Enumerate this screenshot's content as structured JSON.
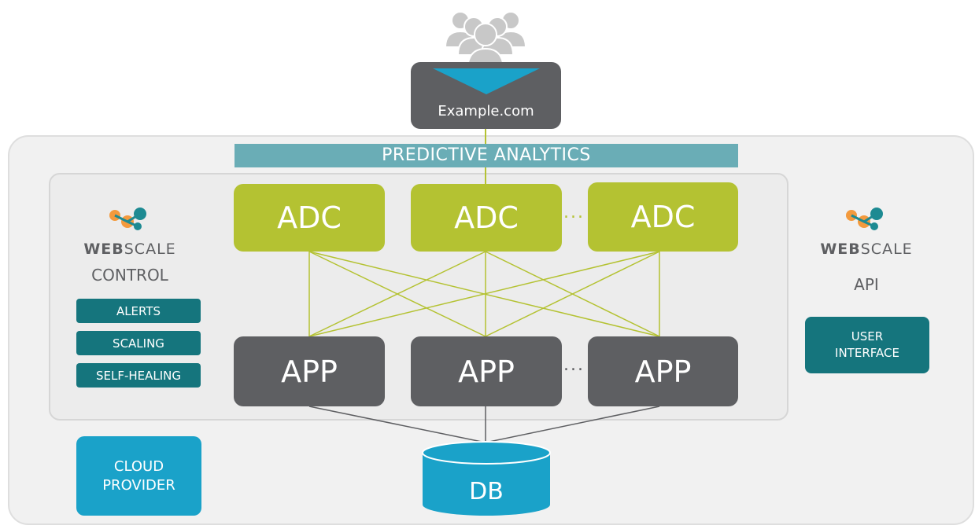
{
  "header": {
    "domain_label": "Example.com"
  },
  "banner": {
    "label": "PREDICTIVE ANALYTICS"
  },
  "adc_nodes": [
    "ADC",
    "ADC",
    "ADC"
  ],
  "app_nodes": [
    "APP",
    "APP",
    "APP"
  ],
  "ellipsis": "...",
  "left_panel": {
    "brand_bold": "WEB",
    "brand_rest": "SCALE",
    "subtitle": "CONTROL",
    "buttons": [
      "ALERTS",
      "SCALING",
      "SELF-HEALING"
    ]
  },
  "right_panel": {
    "brand_bold": "WEB",
    "brand_rest": "SCALE",
    "subtitle": "API",
    "ui_line1": "USER",
    "ui_line2": "INTERFACE"
  },
  "cloud": {
    "line1": "CLOUD",
    "line2": "PROVIDER"
  },
  "db": {
    "label": "DB"
  },
  "colors": {
    "adc": "#b4c232",
    "app": "#5e5f62",
    "teal": "#15757d",
    "blue": "#1aa2c9",
    "banner": "#6aadb6",
    "logo_orange": "#f39a3d",
    "logo_teal": "#1d8a92",
    "users": "#c8c8c8"
  },
  "icons": [
    "users-group-icon",
    "webscale-logo-icon"
  ]
}
